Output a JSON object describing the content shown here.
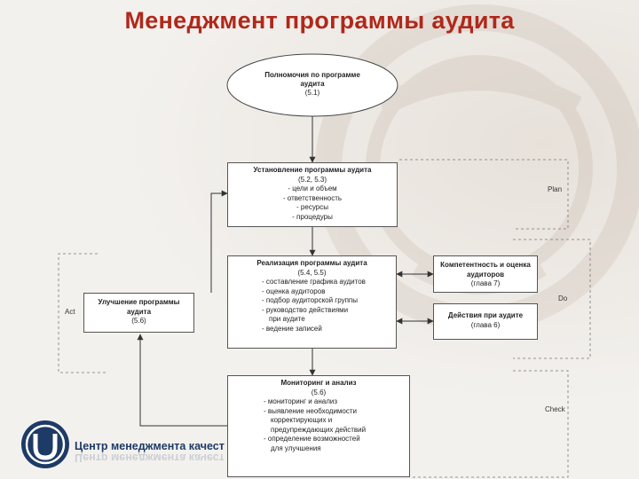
{
  "title": "Менеджмент программы аудита",
  "logo": {
    "text": "Центр менеджмента качест",
    "colors": {
      "primary": "#1e3a66",
      "accent": "#ffffff"
    }
  },
  "phases": {
    "plan": "Plan",
    "do": "Do",
    "check": "Check",
    "act": "Act"
  },
  "nodes": {
    "authority": {
      "head": "Полномочия по программе аудита",
      "ref": "(5.1)"
    },
    "establish": {
      "head": "Установление программы аудита",
      "ref": "(5.2, 5.3)",
      "items": [
        "- цели и объем",
        "- ответственность",
        "- ресурсы",
        "- процедуры"
      ]
    },
    "implement": {
      "head": "Реализация программы аудита",
      "ref": "(5.4, 5.5)",
      "items": [
        "- составление графика аудитов",
        "- оценка аудиторов",
        "- подбор аудиторской группы",
        "- руководство действиями",
        "при аудите",
        "- ведение записей"
      ]
    },
    "monitor": {
      "head": "Мониторинг и анализ",
      "ref": "(5.6)",
      "items": [
        "- мониторинг и анализ",
        "- выявление необходимости",
        "корректирующих и",
        "предупреждающих действий",
        "- определение возможностей",
        "для улучшения"
      ]
    },
    "improve": {
      "head": "Улучшение программы аудита",
      "ref": "(5.6)"
    },
    "competence": {
      "head": "Компетентность и оценка аудиторов",
      "ref": "(глава 7)"
    },
    "activities": {
      "head": "Действия при аудите",
      "ref": "(глава 6)"
    }
  },
  "colors": {
    "title": "#b0281b",
    "line": "#444444",
    "dashed": "#777777",
    "background": "#f3f1ee"
  }
}
